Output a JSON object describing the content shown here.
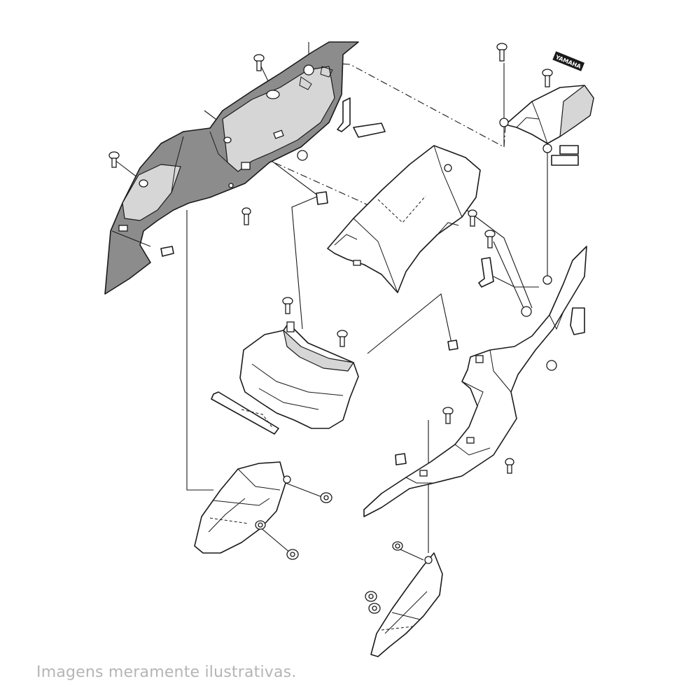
{
  "caption": "Imagens meramente ilustrativas.",
  "emblem_text": "YAMAHA",
  "colors": {
    "line": "#1a1a1a",
    "panel_fill_grey": "#8c8c8c",
    "panel_fill_light": "#d6d6d6",
    "background": "#ffffff",
    "caption_color": "#b5b5b5"
  },
  "parts": [
    "upper-left-side-cover",
    "tail-center-cover",
    "seat-cowl",
    "front-center-cover",
    "right-side-cover",
    "lower-left-side-panel",
    "lower-right-side-panel"
  ],
  "fasteners": [
    "bolt",
    "rivet",
    "grommet",
    "washer",
    "clip",
    "nut"
  ]
}
